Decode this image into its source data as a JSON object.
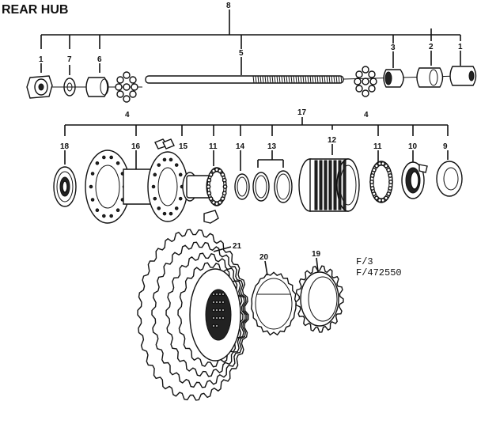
{
  "title": "REAR HUB",
  "catalog": {
    "line1": "F/3",
    "line2": "F/472550"
  },
  "callouts": {
    "c8": "8",
    "c1a": "1",
    "c7": "7",
    "c6": "6",
    "c5": "5",
    "c3": "3",
    "c2": "2",
    "c1b": "1",
    "c4a": "4",
    "c4b": "4",
    "c17": "17",
    "c18": "18",
    "c16": "16",
    "c15": "15",
    "c11a": "11",
    "c14": "14",
    "c13": "13",
    "c12": "12",
    "c11b": "11",
    "c10": "10",
    "c9": "9",
    "c21": "21",
    "c20": "20",
    "c19": "19"
  }
}
